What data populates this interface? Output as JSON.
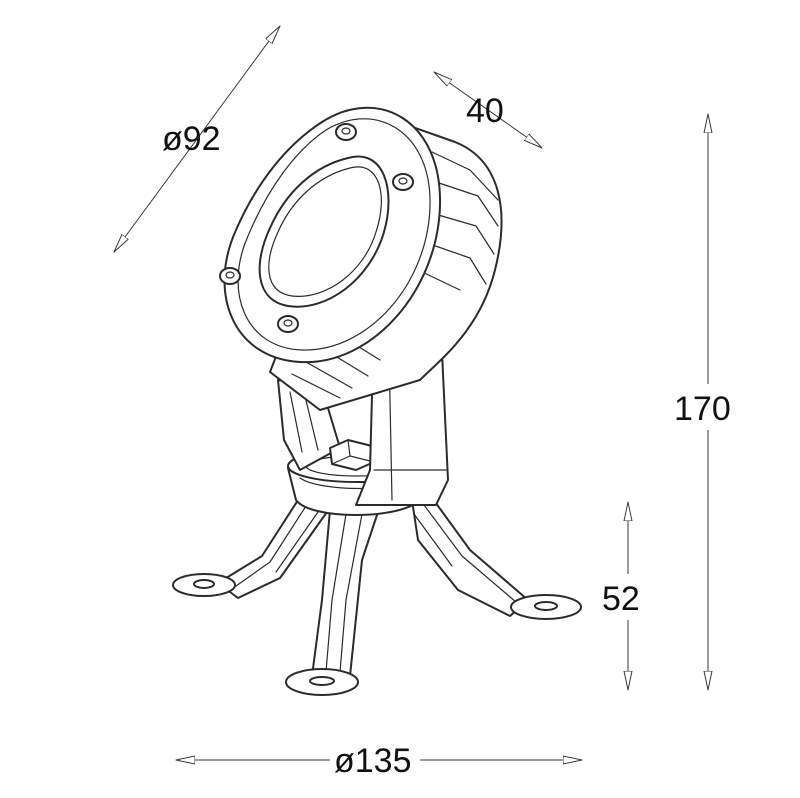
{
  "dimensions": {
    "head_diameter": "ø92",
    "head_depth": "40",
    "total_height": "170",
    "base_height": "52",
    "base_diameter": "ø135"
  },
  "colors": {
    "line": "#2b2b2b",
    "background": "#ffffff"
  }
}
